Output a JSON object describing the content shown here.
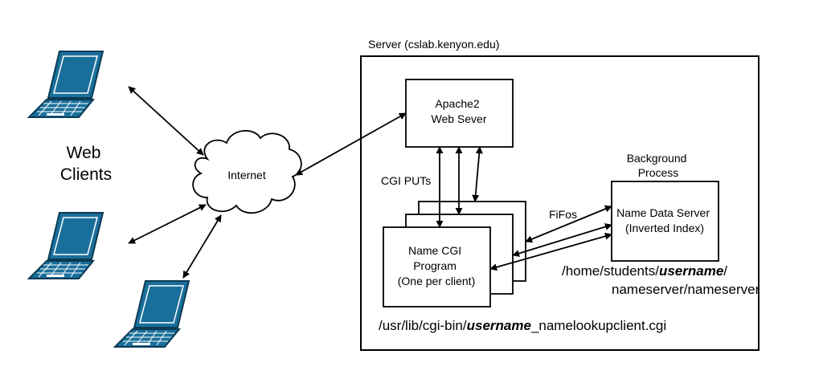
{
  "diagram": {
    "server_label": "Server (cslab.kenyon.edu)",
    "web_clients": [
      "Web",
      "Clients"
    ],
    "internet": "Internet",
    "apache": [
      "Apache2",
      "Web Sever"
    ],
    "cgi_puts": "CGI PUTs",
    "fifos": "FiFos",
    "background_process": [
      "Background",
      "Process"
    ],
    "name_data_server": [
      "Name Data Server",
      "(Inverted Index)"
    ],
    "name_cgi": [
      "Name CGI",
      "Program",
      "(One per client)"
    ],
    "home_path": {
      "prefix": "/home/students/",
      "user": "username",
      "suffix": "/",
      "line2": "nameserver/nameserver"
    },
    "cgi_path": {
      "prefix": "/usr/lib/cgi-bin/",
      "user": "username",
      "suffix": "_namelookupclient.cgi"
    }
  },
  "colors": {
    "laptop_fill": "#1a6f9a",
    "laptop_stroke": "#0b3a55",
    "line": "#000000"
  },
  "icons": [
    "laptop-icon",
    "cloud-icon"
  ]
}
